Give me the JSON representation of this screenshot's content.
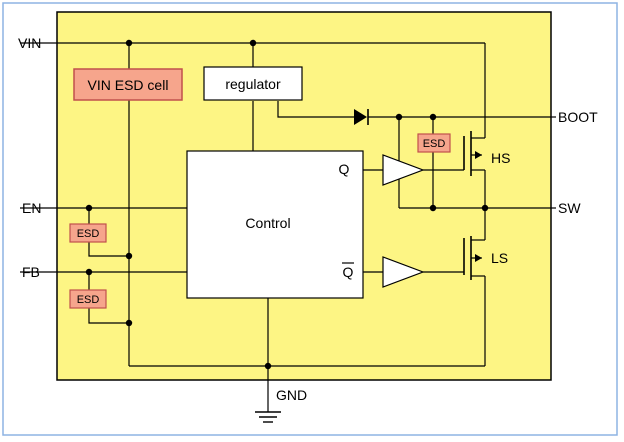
{
  "pins": {
    "vin": "VIN",
    "en": "EN",
    "fb": "FB",
    "boot": "BOOT",
    "sw": "SW",
    "gnd": "GND"
  },
  "blocks": {
    "vin_esd_cell": "VIN ESD cell",
    "regulator": "regulator",
    "control": "Control",
    "esd": "ESD",
    "q_output": "Q",
    "q_bar_output": "Q",
    "high_side": "HS",
    "low_side": "LS"
  },
  "colors": {
    "chip_fill": "#fdf584",
    "esd_fill": "#f6a58c",
    "esd_border": "#c0504d",
    "frame": "#8eb4e3",
    "wire": "#000000"
  }
}
